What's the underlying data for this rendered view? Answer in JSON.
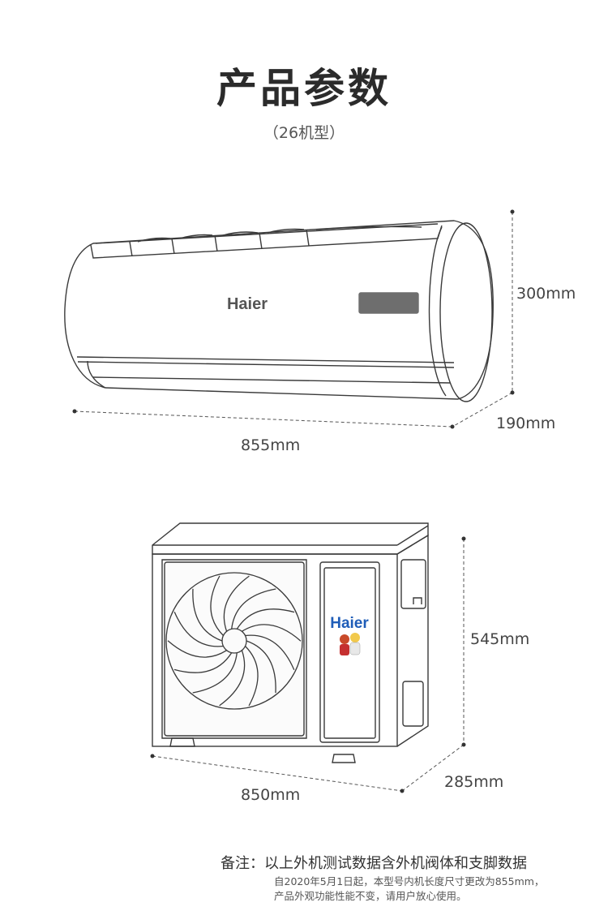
{
  "header": {
    "title": "产品参数",
    "subtitle": "（26机型）"
  },
  "indoor_unit": {
    "brand": "Haier",
    "height": "300mm",
    "depth": "190mm",
    "width": "855mm"
  },
  "outdoor_unit": {
    "brand": "Haier",
    "height": "545mm",
    "depth": "285mm",
    "width": "850mm"
  },
  "note": {
    "main": "备注：以上外机测试数据含外机阀体和支脚数据",
    "line1": "自2020年5月1日起，本型号内机长度尺寸更改为855mm，",
    "line2": "产品外观功能性能不变，请用户放心使用。"
  },
  "colors": {
    "line": "#3a3a3a",
    "display_panel": "#6e6e6e",
    "brand_blue": "#1f5db8"
  }
}
